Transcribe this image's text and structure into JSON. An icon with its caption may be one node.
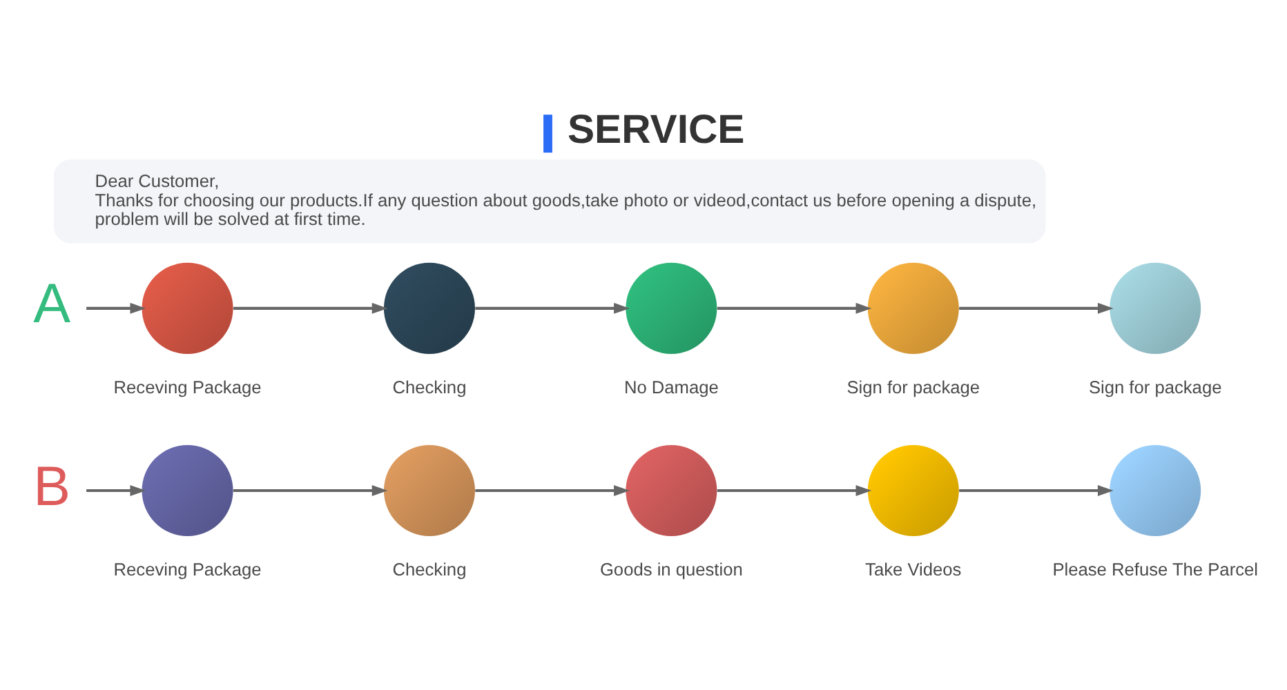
{
  "diagram": {
    "title": "SERVICE",
    "nodes": [
      {
        "text": [
          "Dear Customer,",
          "Thanks for choosing our products.If any question about goods,take photo or videod,contact us before opening a dispute, problem will be solved at first time."
        ]
      },
      {
        "text": [
          "A"
        ]
      },
      {
        "text": [],
        "shape": "picture",
        "beside": [
          "Receving Package"
        ]
      },
      {
        "text": [],
        "shape": "picture",
        "beside": [
          "Checking"
        ]
      },
      {
        "text": [],
        "shape": "picture",
        "beside": [
          "No Damage"
        ]
      },
      {
        "text": [],
        "shape": "picture",
        "beside": [
          "Sign for package"
        ]
      },
      {
        "text": [],
        "shape": "picture",
        "beside": [
          "Sign for package"
        ]
      },
      {
        "text": [
          "B"
        ]
      },
      {
        "text": [],
        "shape": "picture",
        "beside": [
          "Receving Package"
        ]
      },
      {
        "text": [],
        "shape": "picture",
        "beside": [
          "Checking"
        ]
      },
      {
        "text": [],
        "shape": "picture",
        "beside": [
          "Goods in question"
        ]
      },
      {
        "text": [],
        "shape": "picture",
        "beside": [
          "Take Videos"
        ]
      },
      {
        "text": [],
        "shape": "picture",
        "beside": [
          "Please Refuse The Parcel"
        ]
      }
    ],
    "edges": [
      {
        "from": 1,
        "to": 2,
        "arrow": "to"
      },
      {
        "from": 2,
        "to": 3,
        "arrow": "to"
      },
      {
        "from": 3,
        "to": 4,
        "arrow": "to"
      },
      {
        "from": 4,
        "to": 5,
        "arrow": "to"
      },
      {
        "from": 5,
        "to": 6,
        "arrow": "to"
      },
      {
        "from": 7,
        "to": 8,
        "arrow": "to"
      },
      {
        "from": 8,
        "to": 9,
        "arrow": "to"
      },
      {
        "from": 9,
        "to": 10,
        "arrow": "to"
      },
      {
        "from": 10,
        "to": 11,
        "arrow": "to"
      },
      {
        "from": 11,
        "to": 12,
        "arrow": "to"
      }
    ]
  }
}
